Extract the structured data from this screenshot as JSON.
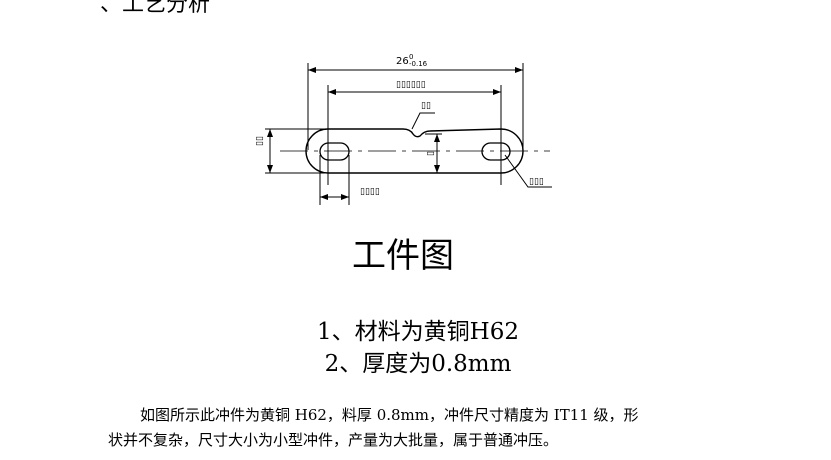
{
  "section_heading": "、工艺分析",
  "drawing": {
    "overall_dimension": "26",
    "tolerance_upper": "0",
    "tolerance_lower": "-0.16",
    "center_distance_label": "▯▯▯▯▯▯",
    "notch_label": "▯▯",
    "height_label": "▯▯",
    "depth_label": "▯",
    "slot_width_label": "▯▯▯▯",
    "slot_radius_label": "▯▯▯"
  },
  "caption": "工件图",
  "specs": [
    "1、材料为黄铜H62",
    "2、厚度为0.8mm"
  ],
  "paragraph": {
    "line1": "如图所示此冲件为黄铜 H62，料厚 0.8mm，冲件尺寸精度为 IT11 级，形",
    "line2": "状并不复杂，尺寸大小为小型冲件，产量为大批量，属于普通冲压。"
  }
}
